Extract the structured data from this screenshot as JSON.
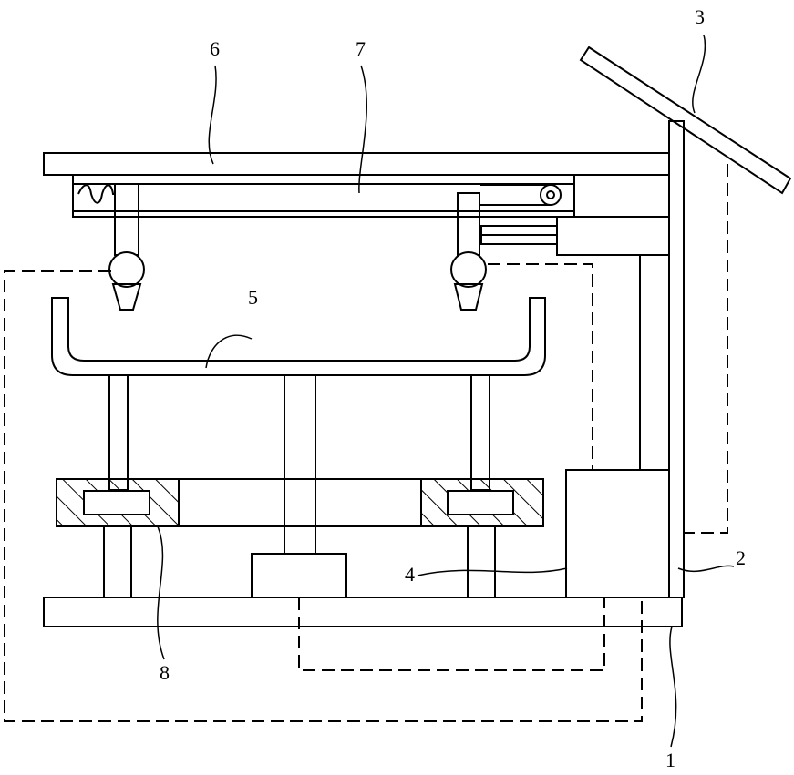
{
  "diagram": {
    "labels": {
      "base": "1",
      "column": "2",
      "panel": "3",
      "box": "4",
      "tray": "5",
      "top_plate": "6",
      "rail": "7",
      "block": "8"
    },
    "colors": {
      "stroke": "#000000",
      "background": "#ffffff"
    }
  }
}
